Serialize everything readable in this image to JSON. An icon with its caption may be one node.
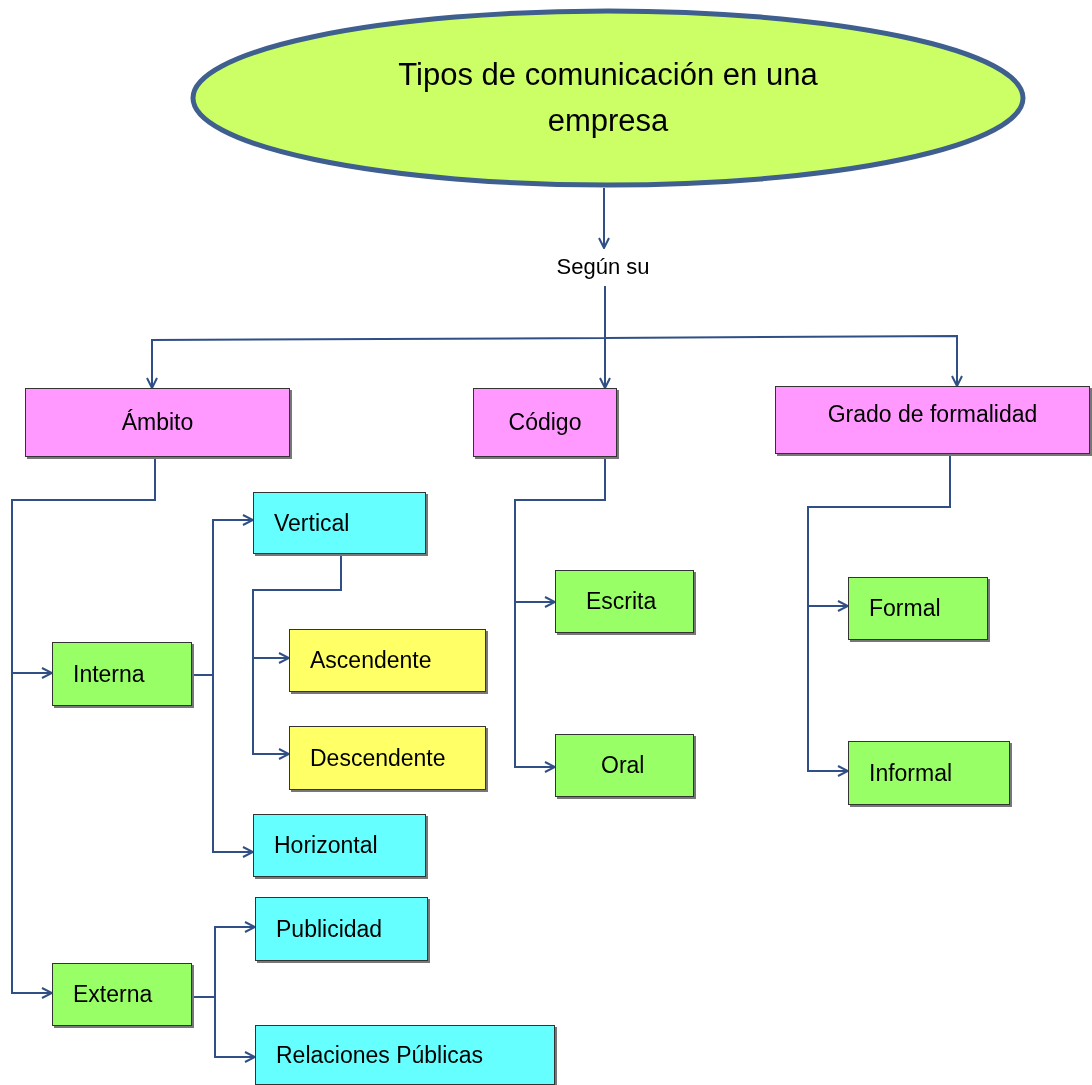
{
  "diagram": {
    "nodes": [
      {
        "text": [
          "Tipos de comunicación  en una empresa"
        ]
      },
      {
        "text": [
          "Según su"
        ]
      },
      {
        "text": [
          "Ámbito"
        ]
      },
      {
        "text": [
          "Código"
        ]
      },
      {
        "text": [
          "Grado de formalidad"
        ]
      },
      {
        "text": [
          "Vertical"
        ]
      },
      {
        "text": [
          "Interna"
        ]
      },
      {
        "text": [
          "Ascendente"
        ]
      },
      {
        "text": [
          "Descendente"
        ]
      },
      {
        "text": [
          "Horizontal"
        ]
      },
      {
        "text": [
          "Publicidad"
        ]
      },
      {
        "text": [
          "Externa"
        ]
      },
      {
        "text": [
          "Relaciones Públicas"
        ]
      },
      {
        "text": [
          "Escrita"
        ]
      },
      {
        "text": [
          "Oral"
        ]
      },
      {
        "text": [
          "Formal"
        ]
      },
      {
        "text": [
          "Informal"
        ]
      }
    ],
    "edges": [
      {
        "from": 0,
        "to": 1,
        "arrow": "to"
      },
      {
        "from": 1,
        "to": 2,
        "arrow": "to"
      },
      {
        "from": 1,
        "to": 3,
        "arrow": "to"
      },
      {
        "from": 1,
        "to": 4,
        "arrow": "to"
      },
      {
        "from": 2,
        "to": 6,
        "arrow": "to"
      },
      {
        "from": 2,
        "to": 11,
        "arrow": "to"
      },
      {
        "from": 6,
        "to": 5,
        "arrow": "to"
      },
      {
        "from": 6,
        "to": 9,
        "arrow": "to"
      },
      {
        "from": 5,
        "to": 7,
        "arrow": "to"
      },
      {
        "from": 5,
        "to": 8,
        "arrow": "to"
      },
      {
        "from": 11,
        "to": 10,
        "arrow": "to"
      },
      {
        "from": 11,
        "to": 12,
        "arrow": "to"
      },
      {
        "from": 3,
        "to": 13,
        "arrow": "to"
      },
      {
        "from": 3,
        "to": 14,
        "arrow": "to"
      },
      {
        "from": 4,
        "to": 15,
        "arrow": "to"
      },
      {
        "from": 4,
        "to": 16,
        "arrow": "to"
      }
    ]
  }
}
